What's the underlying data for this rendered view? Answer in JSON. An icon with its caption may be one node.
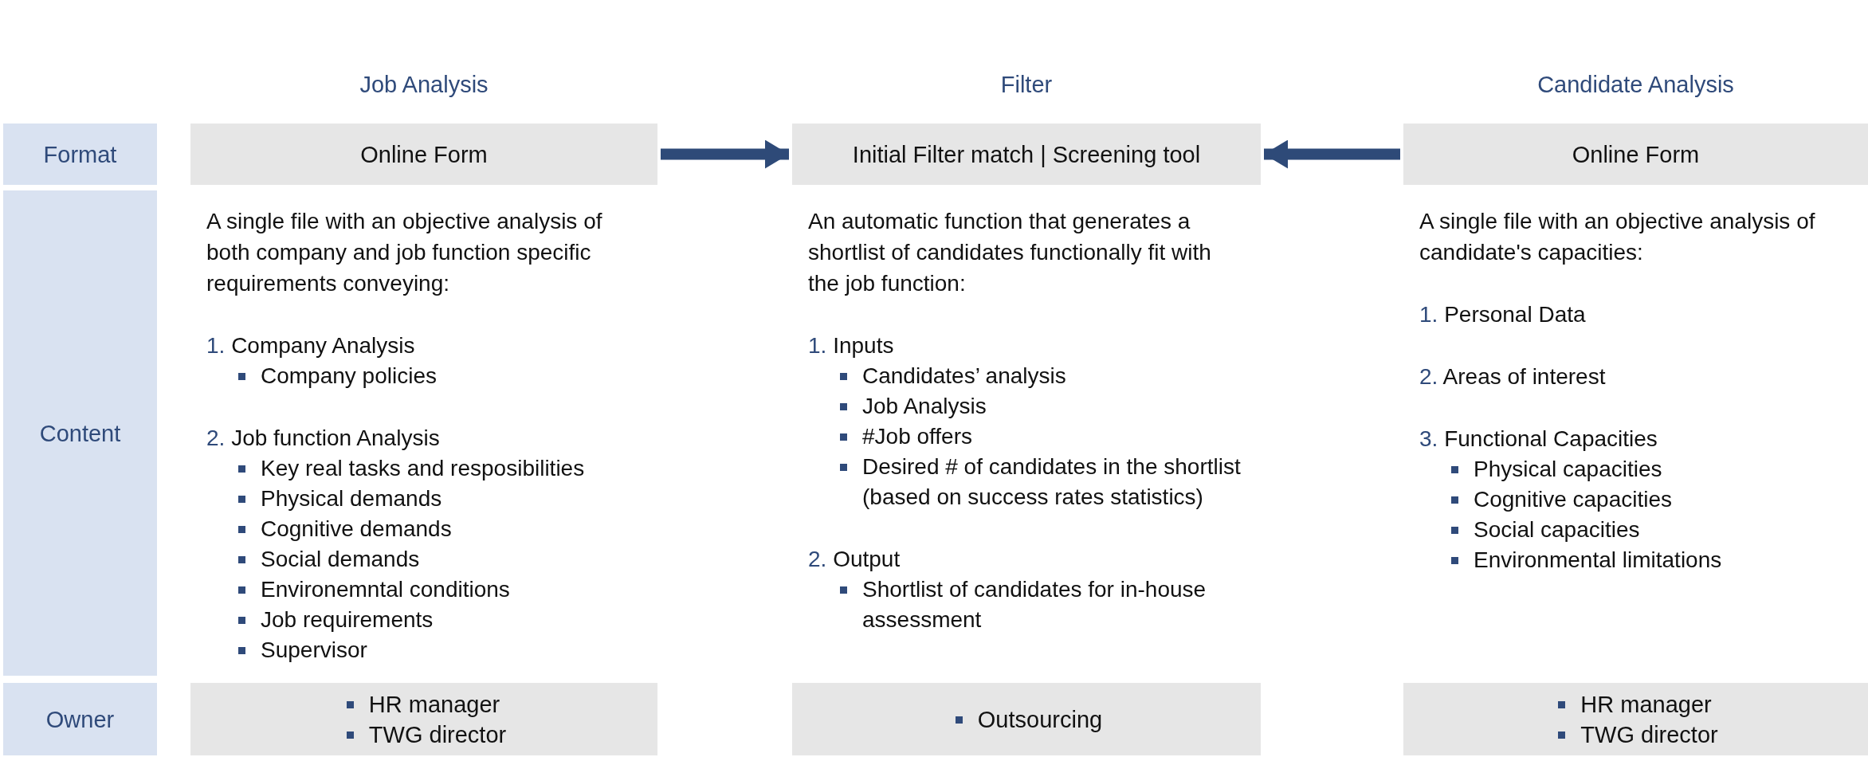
{
  "diagram": {
    "nodes": [
      {
        "text": [
          "Format"
        ]
      },
      {
        "text": [
          "Online Form"
        ]
      },
      {
        "text": [
          "Initial Filter match | Screening tool"
        ]
      },
      {
        "text": [
          "Online Form"
        ]
      },
      {
        "text": [
          "Content"
        ]
      },
      {
        "text": [
          "Owner"
        ]
      },
      {
        "text": [
          "HR manager",
          "TWG director"
        ]
      },
      {
        "text": [
          "Outsourcing"
        ]
      },
      {
        "text": [
          "HR manager",
          "TWG director"
        ]
      }
    ],
    "edges": [
      {
        "from": 1,
        "to": 2,
        "arrow": "to"
      },
      {
        "from": 3,
        "to": 2,
        "arrow": "to"
      }
    ],
    "labels": [
      "Job Analysis",
      "Filter",
      "Candidate Analysis",
      "A single file with an objective analysis of both company and job function specific requirements conveying:",
      "1. Company Analysis",
      "Company policies",
      "2. Job function Analysis",
      "Key real tasks and resposibilities",
      "Physical demands",
      "Cognitive demands",
      "Social demands",
      "Environemntal conditions",
      "Job requirements",
      "Supervisor",
      "An automatic function that generates a shortlist of candidates functionally fit with the job function:",
      "1. Inputs",
      "Candidates’ analysis",
      "Job Analysis",
      "#Job offers",
      "Desired # of candidates in the shortlist (based on success rates statistics)",
      "2. Output",
      "Shortlist of candidates for in-house assessment",
      "A single file with an objective analysis of candidate's capacities:",
      "1. Personal Data",
      "2. Areas of interest",
      "3. Functional Capacities",
      "Physical capacities",
      "Cognitive capacities",
      "Social capacities",
      "Environmental limitations"
    ]
  }
}
